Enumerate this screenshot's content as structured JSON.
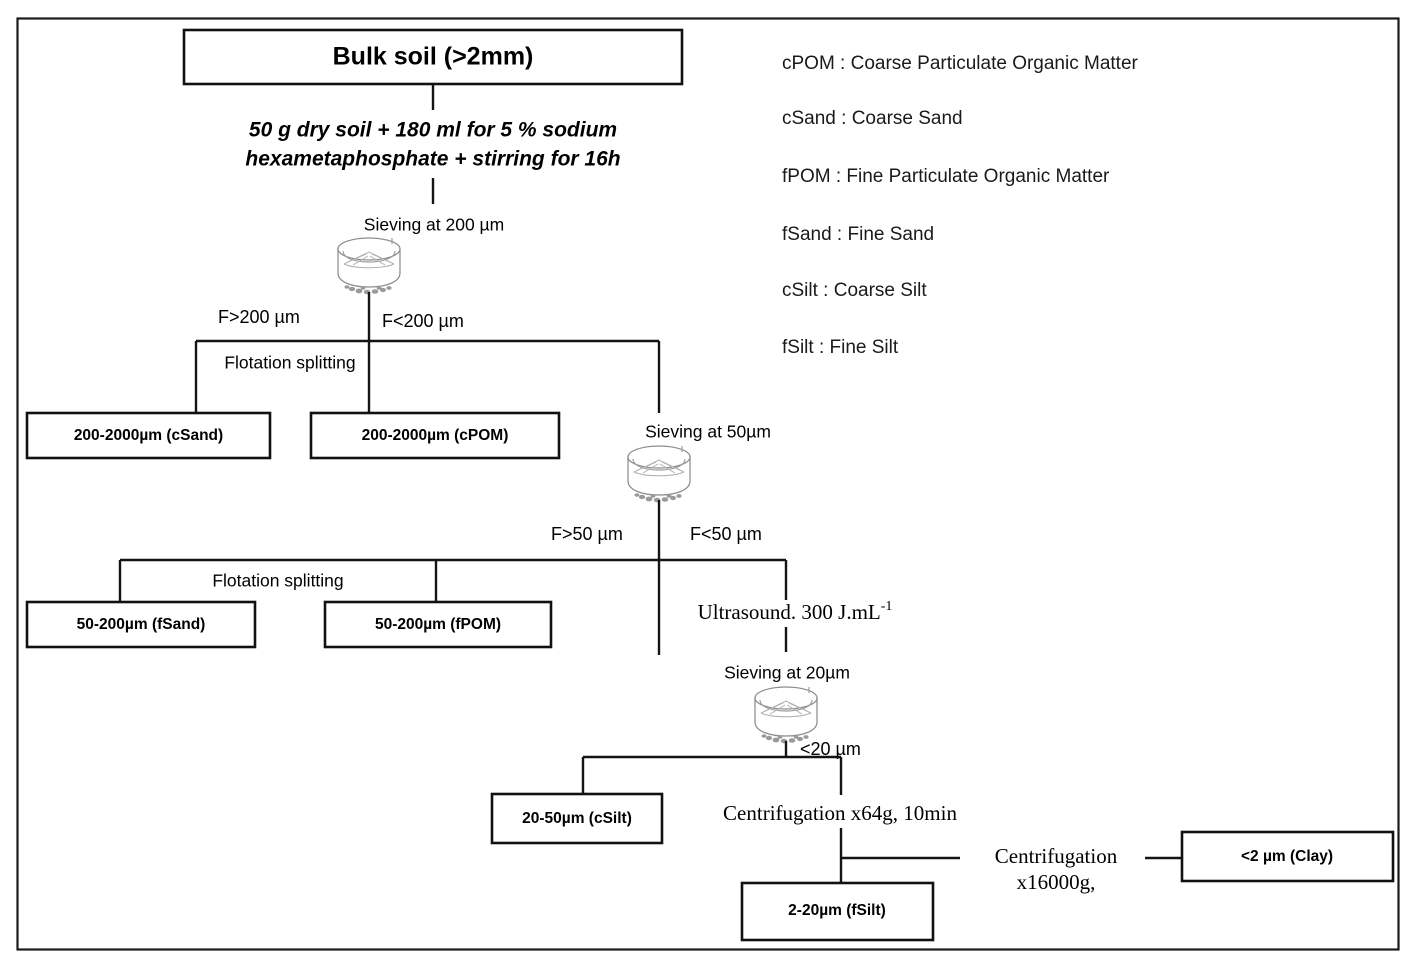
{
  "figure": {
    "title_box": "Bulk soil (>2mm)",
    "dispersion_step_line1": "50 g dry soil + 180 ml for 5 % sodium",
    "dispersion_step_line2": "hexametaphosphate + stirring for 16h",
    "sieving_200": "Sieving at 200 µm",
    "sieving_50": "Sieving at 50µm",
    "sieving_20": "Sieving at 20µm",
    "ultrasound": "Ultrasound. 300 J.mL",
    "ultrasound_exp": "-1",
    "centrifugation_64g": "Centrifugation x64g, 10min",
    "centrifugation_16000g_line1": "Centrifugation",
    "centrifugation_16000g_line2": "x16000g,",
    "flotation_splitting_top": "Flotation splitting",
    "flotation_splitting_bottom": "Flotation splitting",
    "edge_f_gt_200": "F>200 µm",
    "edge_f_lt_200": "F<200 µm",
    "edge_f_gt_50": "F>50 µm",
    "edge_f_lt_50": "F<50 µm",
    "edge_lt_20": "<20 µm"
  },
  "fractions": {
    "csand": "200-2000µm (cSand)",
    "cpom": "200-2000µm (cPOM)",
    "fsand": "50-200µm (fSand)",
    "fpom": "50-200µm (fPOM)",
    "csilt": "20-50µm (cSilt)",
    "fsilt": "2-20µm (fSilt)",
    "clay": "<2 µm (Clay)"
  },
  "legend": {
    "items": [
      "cPOM : Coarse Particulate Organic Matter",
      "cSand : Coarse Sand",
      "fPOM : Fine Particulate Organic Matter",
      "fSand : Fine Sand",
      "cSilt : Coarse Silt",
      "fSilt : Fine Silt"
    ]
  },
  "colors": {
    "line": "#141414",
    "box_border": "#111111",
    "frame": "#1a1a1a",
    "sieve": "#9b9b9b",
    "background": "#ffffff"
  },
  "icons": {
    "sieve": "sieve-icon"
  }
}
